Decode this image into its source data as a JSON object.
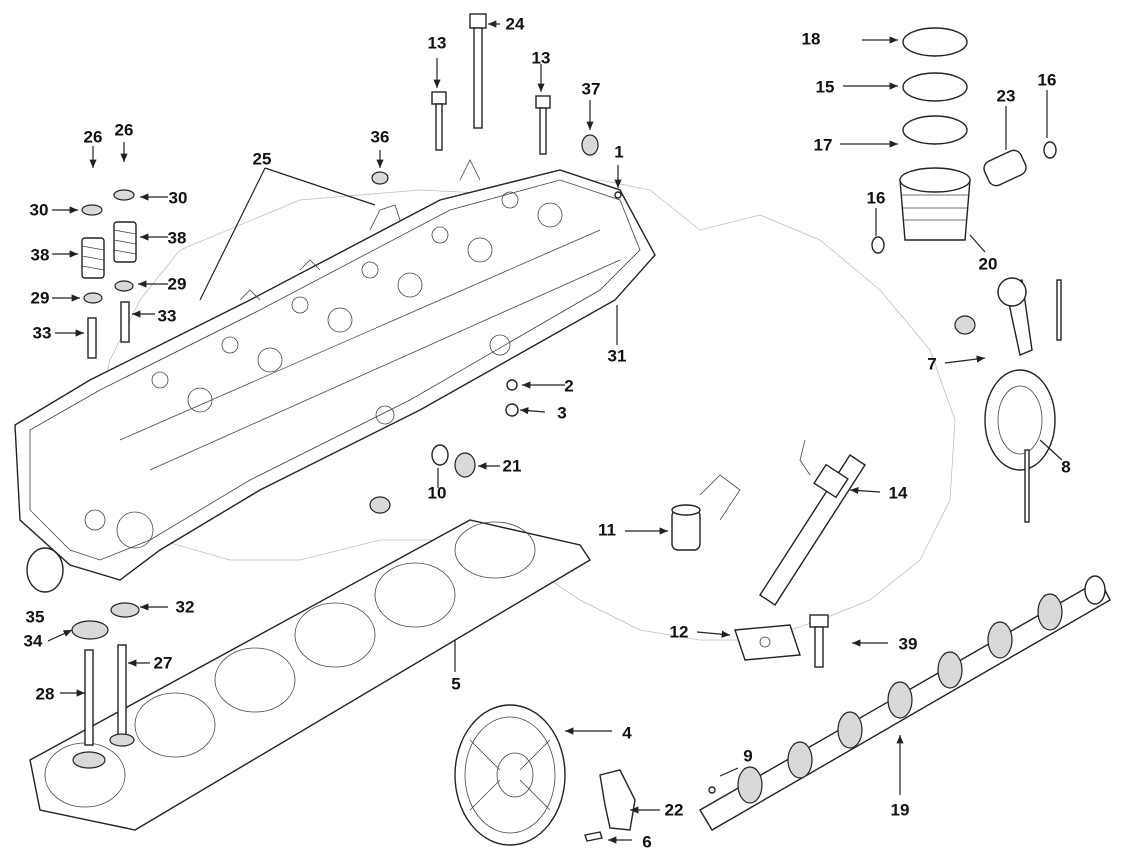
{
  "labels": {
    "l1": "1",
    "l2": "2",
    "l3": "3",
    "l4": "4",
    "l5": "5",
    "l6": "6",
    "l7": "7",
    "l8": "8",
    "l9": "9",
    "l10": "10",
    "l11": "11",
    "l12": "12",
    "l13a": "13",
    "l13b": "13",
    "l14": "14",
    "l15": "15",
    "l16a": "16",
    "l16b": "16",
    "l17": "17",
    "l18": "18",
    "l19": "19",
    "l20": "20",
    "l21": "21",
    "l22": "22",
    "l23": "23",
    "l24": "24",
    "l25": "25",
    "l26a": "26",
    "l26b": "26",
    "l27": "27",
    "l28": "28",
    "l29a": "29",
    "l29b": "29",
    "l30a": "30",
    "l30b": "30",
    "l31": "31",
    "l32": "32",
    "l33a": "33",
    "l33b": "33",
    "l34": "34",
    "l35": "35",
    "l36": "36",
    "l37": "37",
    "l38a": "38",
    "l38b": "38",
    "l39": "39"
  }
}
